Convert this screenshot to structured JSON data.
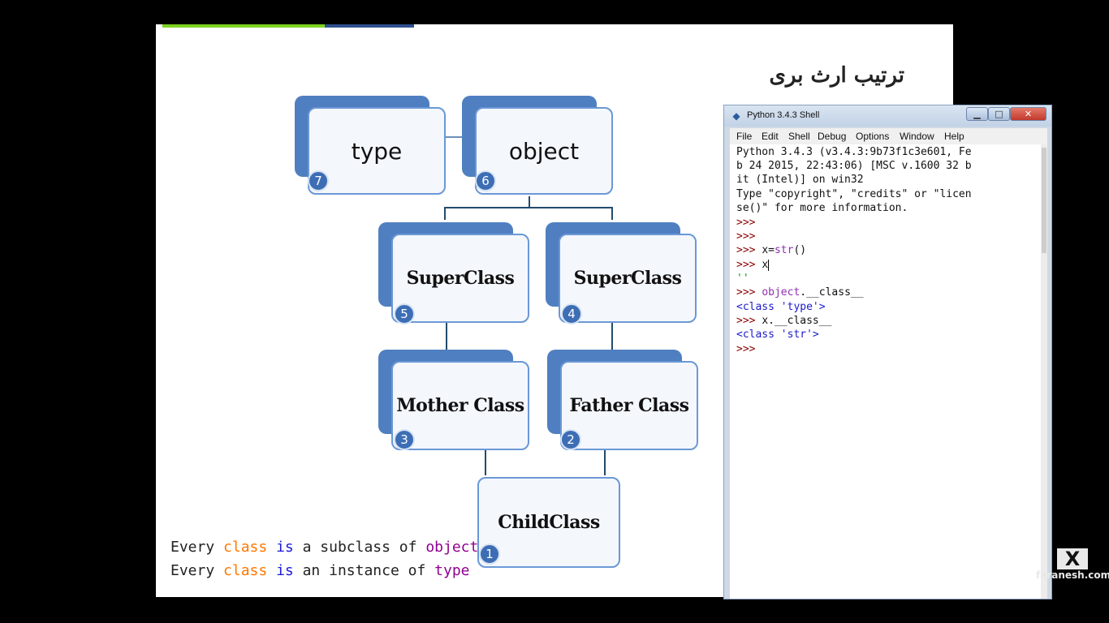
{
  "slide": {
    "title": "ترتیب ارث بری",
    "nodes": {
      "type": {
        "label": "type",
        "badge": "7"
      },
      "object": {
        "label": "object",
        "badge": "6"
      },
      "superclass_left": {
        "label": "SuperClass",
        "badge": "5"
      },
      "superclass_right": {
        "label": "SuperClass",
        "badge": "4"
      },
      "mother": {
        "label": "Mother Class",
        "badge": "3"
      },
      "father": {
        "label": "Father Class",
        "badge": "2"
      },
      "child": {
        "label": "ChildClass",
        "badge": "1"
      }
    },
    "caption1": {
      "w1": "Every",
      "w2": "class",
      "w3": "is",
      "w4": "a subclass of",
      "w5": "object"
    },
    "caption2": {
      "w1": "Every",
      "w2": "class",
      "w3": "is",
      "w4": "an instance of",
      "w5": "type"
    }
  },
  "shell": {
    "title": "Python 3.4.3 Shell",
    "menu": [
      "File",
      "Edit",
      "Shell",
      "Debug",
      "Options",
      "Window",
      "Help"
    ],
    "banner": [
      "Python 3.4.3 (v3.4.3:9b73f1c3e601, Fe",
      "b 24 2015, 22:43:06) [MSC v.1600 32 b",
      "it (Intel)] on win32",
      "Type \"copyright\", \"credits\" or \"licen",
      "se()\" for more information."
    ],
    "prompt": ">>>",
    "cmd_x_assign_a": "x=",
    "cmd_x_assign_b": "str",
    "cmd_x_assign_c": "()",
    "cmd_x": "x",
    "out_empty": "''",
    "cmd_obj_a": "object",
    "cmd_obj_b": ".__class__",
    "out_type": "<class 'type'>",
    "cmd_xclass": "x.__class__",
    "out_str": "<class 'str'>"
  },
  "logo": {
    "mark": "X",
    "text": "faranesh.com"
  },
  "colors": {
    "node_back": "#4f7fc0",
    "node_border": "#6b98d6",
    "badge": "#3d6eb5",
    "keyword": "#ff7700",
    "builtin": "#900090"
  }
}
